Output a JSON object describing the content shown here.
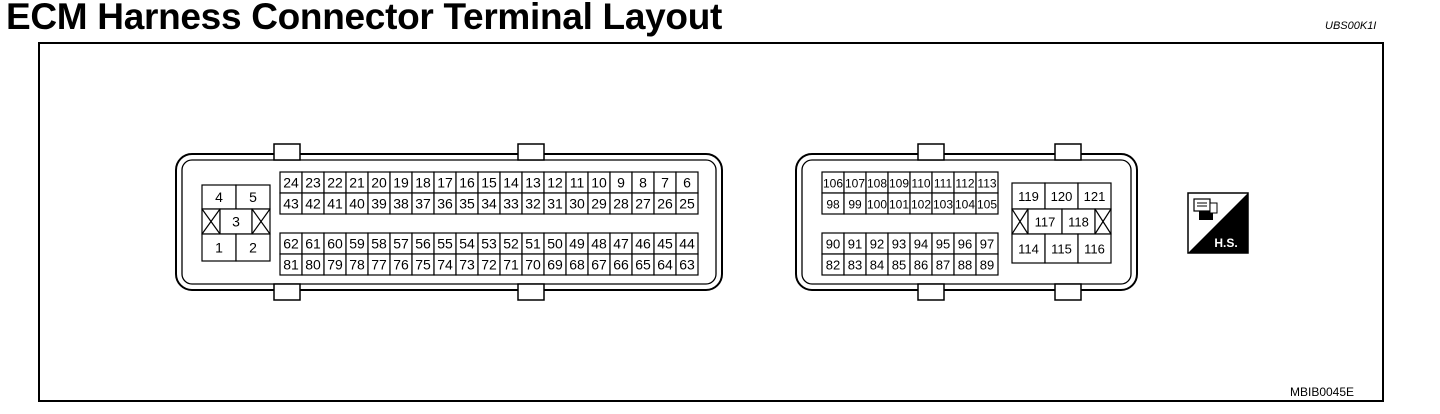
{
  "header": {
    "title": "ECM Harness Connector Terminal Layout",
    "code": "UBS00K1I"
  },
  "figure": {
    "code": "MBIB0045E",
    "hs_label": "H.S."
  },
  "connector_left": {
    "small_block": {
      "top": [
        "4",
        "5"
      ],
      "middle": "3",
      "bottom": [
        "1",
        "2"
      ]
    },
    "upper_rows": [
      [
        "24",
        "23",
        "22",
        "21",
        "20",
        "19",
        "18",
        "17",
        "16",
        "15",
        "14",
        "13",
        "12",
        "11",
        "10",
        "9",
        "8",
        "7",
        "6"
      ],
      [
        "43",
        "42",
        "41",
        "40",
        "39",
        "38",
        "37",
        "36",
        "35",
        "34",
        "33",
        "32",
        "31",
        "30",
        "29",
        "28",
        "27",
        "26",
        "25"
      ]
    ],
    "lower_rows": [
      [
        "62",
        "61",
        "60",
        "59",
        "58",
        "57",
        "56",
        "55",
        "54",
        "53",
        "52",
        "51",
        "50",
        "49",
        "48",
        "47",
        "46",
        "45",
        "44"
      ],
      [
        "81",
        "80",
        "79",
        "78",
        "77",
        "76",
        "75",
        "74",
        "73",
        "72",
        "71",
        "70",
        "69",
        "68",
        "67",
        "66",
        "65",
        "64",
        "63"
      ]
    ]
  },
  "connector_right": {
    "upper_rows": [
      [
        "106",
        "107",
        "108",
        "109",
        "110",
        "111",
        "112",
        "113"
      ],
      [
        "98",
        "99",
        "100",
        "101",
        "102",
        "103",
        "104",
        "105"
      ]
    ],
    "lower_rows": [
      [
        "90",
        "91",
        "92",
        "93",
        "94",
        "95",
        "96",
        "97"
      ],
      [
        "82",
        "83",
        "84",
        "85",
        "86",
        "87",
        "88",
        "89"
      ]
    ],
    "small_block": {
      "top": [
        "119",
        "120",
        "121"
      ],
      "middle": [
        "117",
        "118"
      ],
      "bottom": [
        "114",
        "115",
        "116"
      ]
    }
  }
}
